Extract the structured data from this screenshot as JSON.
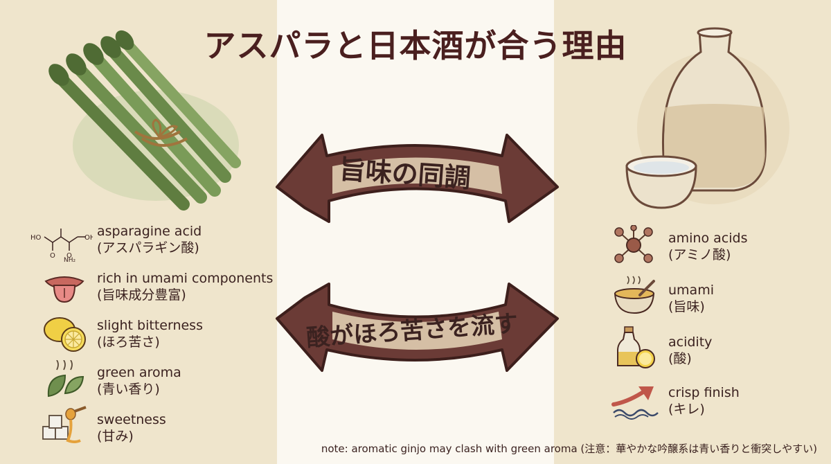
{
  "title": "アスパラと日本酒が合う理由",
  "arrows": {
    "top_label": "旨味の同調",
    "bottom_label": "酸がほろ苦さを流す"
  },
  "left": {
    "items": [
      {
        "en": "asparagine acid",
        "ja": "(アスパラギン酸)",
        "icon": "asparagine-molecule-icon"
      },
      {
        "en": "rich in umami components",
        "ja": "(旨味成分豊富)",
        "icon": "tongue-icon"
      },
      {
        "en": "slight bitterness",
        "ja": "(ほろ苦さ)",
        "icon": "lemon-icon"
      },
      {
        "en": "green aroma",
        "ja": "(青い香り)",
        "icon": "tea-leaf-icon"
      },
      {
        "en": "sweetness",
        "ja": "(甘み)",
        "icon": "honey-sugar-icon"
      }
    ],
    "molecule_labels": {
      "ho": "HO",
      "oh": "OH",
      "o1": "O",
      "o2": "O",
      "nh": "NH₂"
    }
  },
  "right": {
    "items": [
      {
        "en": "amino acids",
        "ja": "(アミノ酸)",
        "icon": "molecule-icon"
      },
      {
        "en": "umami",
        "ja": "(旨味)",
        "icon": "soup-bowl-icon"
      },
      {
        "en": "acidity",
        "ja": "(酸)",
        "icon": "bottle-lemon-icon"
      },
      {
        "en": "crisp finish",
        "ja": "(キレ)",
        "icon": "arrow-wave-icon"
      }
    ]
  },
  "note": "note: aromatic ginjo may clash with green aroma (注意：華やかな吟醸系は青い香りと衝突しやすい)",
  "colors": {
    "arrow_fill": "#6b3b36",
    "arrow_band": "#e8d7b8",
    "title": "#4a1f1f",
    "text": "#3b2220",
    "asparagus": "#6f8f4e"
  }
}
